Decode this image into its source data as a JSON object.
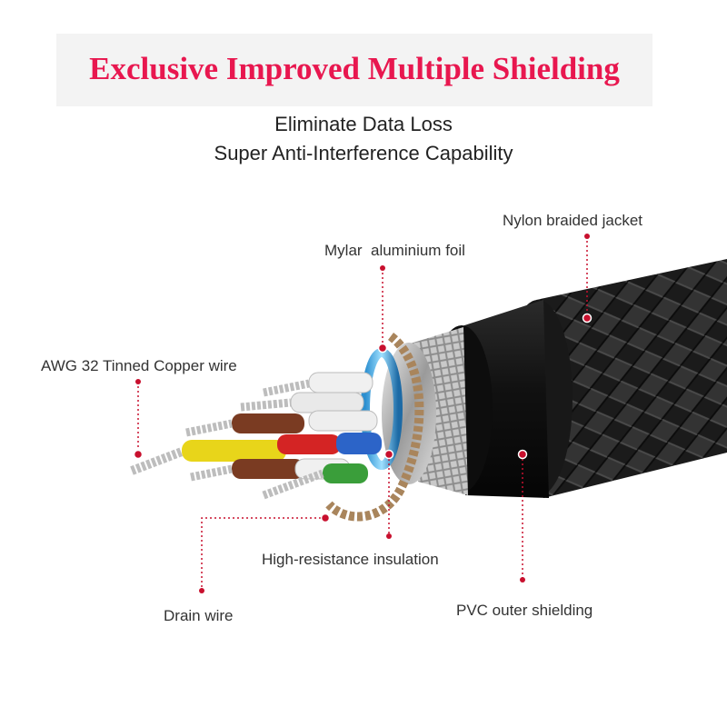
{
  "header": {
    "headline": "Exclusive Improved Multiple Shielding",
    "subtitle_line1": "Eliminate Data Loss",
    "subtitle_line2": "Super Anti-Interference Capability"
  },
  "callouts": {
    "nylon": "Nylon braided jacket",
    "mylar": "Mylar  aluminium foil",
    "awg": "AWG 32 Tinned Copper wire",
    "insulation": "High-resistance insulation",
    "drain": "Drain wire",
    "pvc": "PVC outer shielding"
  },
  "colors": {
    "headline": "#e8174f",
    "callout_line": "#c8102e",
    "jacket": "#1e1e1e",
    "wire_yellow": "#e8d51a",
    "wire_brown": "#7a3b22",
    "wire_red": "#d42424",
    "wire_blue": "#2c64c8",
    "wire_green": "#3a9e3a",
    "wire_white": "#f0f0f0"
  },
  "icons": [
    "cable-illustration",
    "callout-dot"
  ]
}
